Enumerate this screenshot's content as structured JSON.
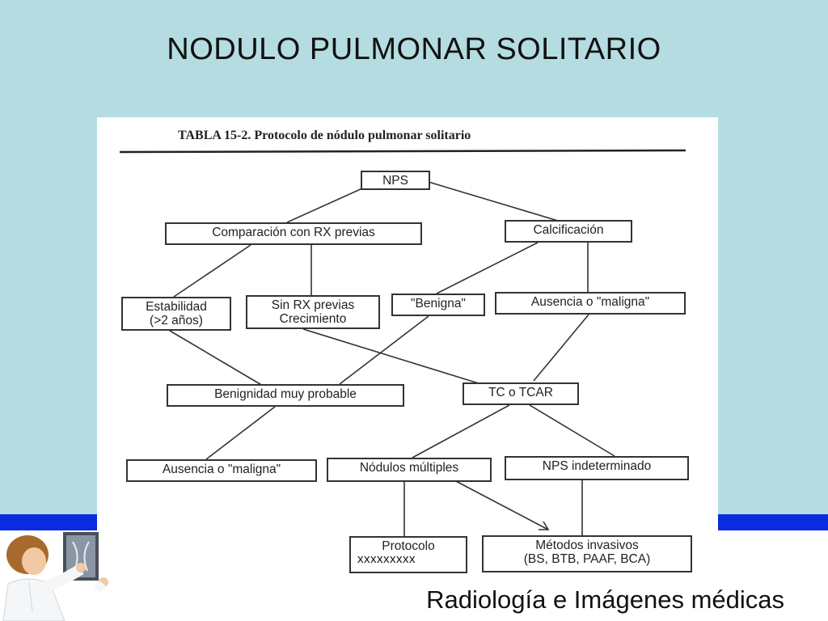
{
  "slide": {
    "title": "NODULO PULMONAR SOLITARIO",
    "footer": "Radiología e Imágenes médicas",
    "colors": {
      "background": "#b5dde1",
      "band": "#0a2be0"
    }
  },
  "figure": {
    "caption": "TABLA 15-2.   Protocolo de nódulo pulmonar solitario",
    "annotation": "xxxxxxxxx",
    "nodes": {
      "nps": "NPS",
      "comparacion": "Comparación con RX previas",
      "calcificacion": "Calcificación",
      "estabilidad_1": "Estabilidad",
      "estabilidad_2": "(>2 años)",
      "sin_rx_1": "Sin RX previas",
      "sin_rx_2": "Crecimiento",
      "benigna": "\"Benigna\"",
      "ausencia_top": "Ausencia o \"maligna\"",
      "benignidad": "Benignidad muy probable",
      "tc": "TC o TCAR",
      "ausencia_bottom": "Ausencia o \"maligna\"",
      "multiples": "Nódulos múltiples",
      "indeterminado": "NPS indeterminado",
      "protocolo": "Protocolo",
      "metodos_1": "Métodos invasivos",
      "metodos_2": "(BS, BTB, PAAF, BCA)"
    }
  },
  "icons": {
    "doctor": "doctor-xray-icon"
  }
}
